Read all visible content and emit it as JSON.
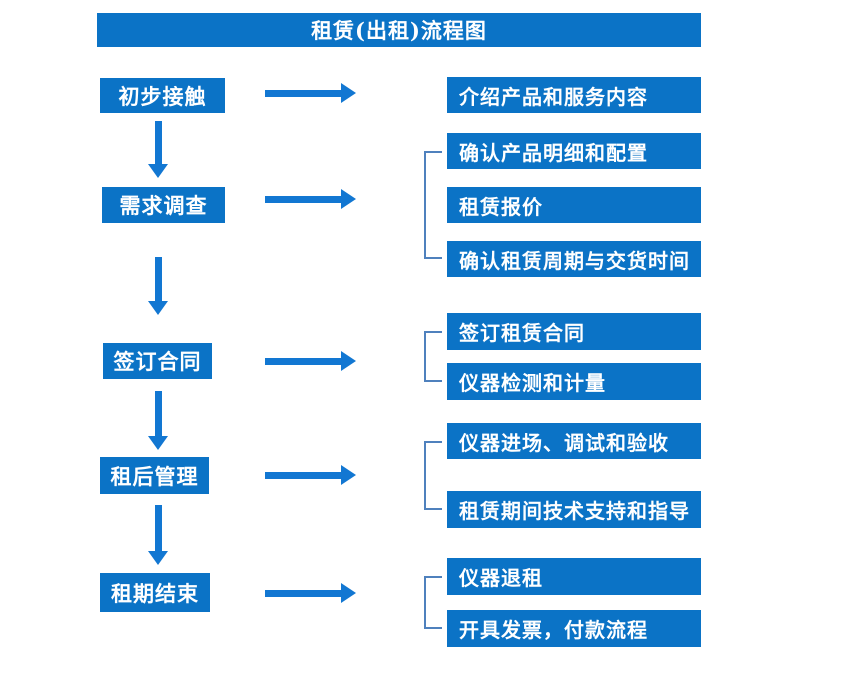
{
  "title": "租赁(出租)流程图",
  "colors": {
    "box_blue": "#0b73c6",
    "arrow_blue": "#1277d2",
    "bracket_blue": "#4f81bd",
    "text_white": "#ffffff"
  },
  "steps": [
    {
      "label": "初步接触",
      "outputs": [
        "介绍产品和服务内容"
      ]
    },
    {
      "label": "需求调查",
      "outputs": [
        "确认产品明细和配置",
        "租赁报价",
        "确认租赁周期与交货时间"
      ]
    },
    {
      "label": "签订合同",
      "outputs": [
        "签订租赁合同",
        "仪器检测和计量"
      ]
    },
    {
      "label": "租后管理",
      "outputs": [
        "仪器进场、调试和验收",
        "租赁期间技术支持和指导"
      ]
    },
    {
      "label": "租期结束",
      "outputs": [
        "仪器退租",
        "开具发票，付款流程"
      ]
    }
  ]
}
